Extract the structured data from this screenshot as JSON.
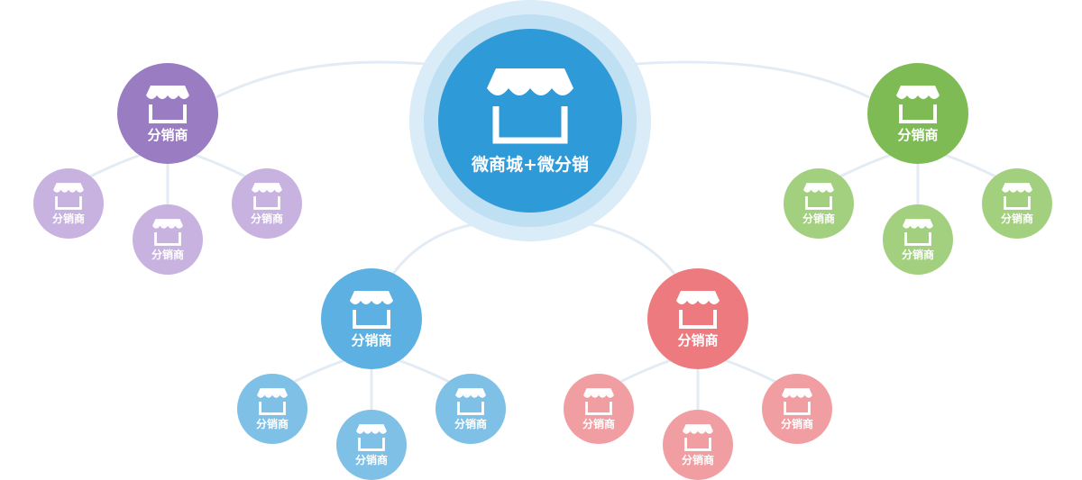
{
  "center": {
    "label": "微商城+微分销",
    "color": "#2f9ad8",
    "icon": "shop-awning-icon"
  },
  "groups": [
    {
      "id": "purple",
      "color": "#9a7cc2",
      "child_color": "#c8b2e0",
      "label": "分销商",
      "children": [
        "分销商",
        "分销商",
        "分销商"
      ]
    },
    {
      "id": "green",
      "color": "#7fbb55",
      "child_color": "#a3d07f",
      "label": "分销商",
      "children": [
        "分销商",
        "分销商",
        "分销商"
      ]
    },
    {
      "id": "blue",
      "color": "#5cb0e2",
      "child_color": "#7fc0e6",
      "label": "分销商",
      "children": [
        "分销商",
        "分销商",
        "分销商"
      ]
    },
    {
      "id": "red",
      "color": "#ec7a7f",
      "child_color": "#f19ea2",
      "label": "分销商",
      "children": [
        "分销商",
        "分销商",
        "分销商"
      ]
    }
  ],
  "connector_color": "#e3ecf4"
}
